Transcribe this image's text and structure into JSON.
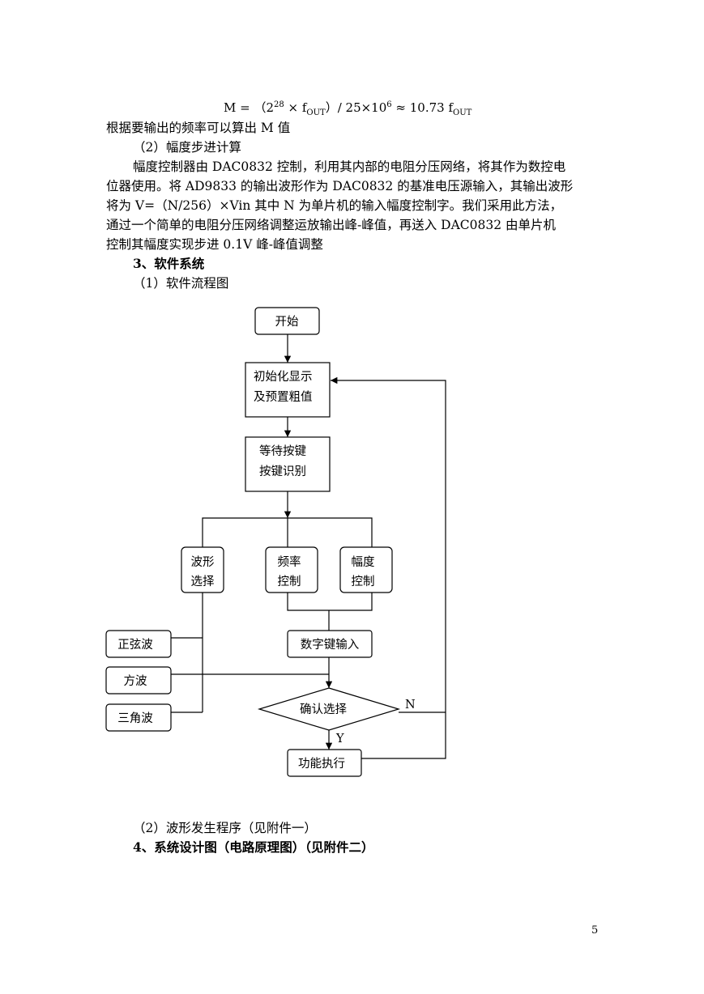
{
  "formula": {
    "lhs": "M = （2",
    "exp1": "28",
    "times1": " × f",
    "sub1": "OUT",
    "mid": "）/ 25×10",
    "exp2": "6",
    "approx": " ≈ 10.73 f",
    "sub2": "OUT"
  },
  "paragraphs": [
    "根据要输出的频率可以算出 M 值",
    "（2）幅度步进计算",
    "幅度控制器由 DAC0832 控制，利用其内部的电阻分压网络，将其作为数控电",
    "位器使用。将 AD9833 的输出波形作为 DAC0832 的基准电压源输入，其输出波形",
    "将为 V=（N/256）×Vin 其中 N 为单片机的输入幅度控制字。我们采用此方法，",
    "通过一个简单的电阻分压网络调整运放输出峰-峰值，再送入 DAC0832 由单片机",
    "控制其幅度实现步进 0.1V 峰-峰值调整"
  ],
  "section3": {
    "heading": "3、软件系统",
    "sub1": "（1）软件流程图"
  },
  "flowchart": {
    "start": "开始",
    "init": [
      "初始化显示",
      "及预置粗值"
    ],
    "wait": [
      "等待按键",
      "按键识别"
    ],
    "wave": [
      "波形",
      "选择"
    ],
    "freq": [
      "频率",
      "控制"
    ],
    "amp": [
      "幅度",
      "控制"
    ],
    "sine": "正弦波",
    "square": "方波",
    "triangle": "三角波",
    "numkey": "数字键输入",
    "confirm": "确认选择",
    "no": "N",
    "yes": "Y",
    "exec": "功能执行"
  },
  "section3b": {
    "sub2": "（2）波形发生程序（见附件一）"
  },
  "section4": {
    "heading": "4、系统设计图（电路原理图）（见附件二）"
  },
  "page_number": "5"
}
